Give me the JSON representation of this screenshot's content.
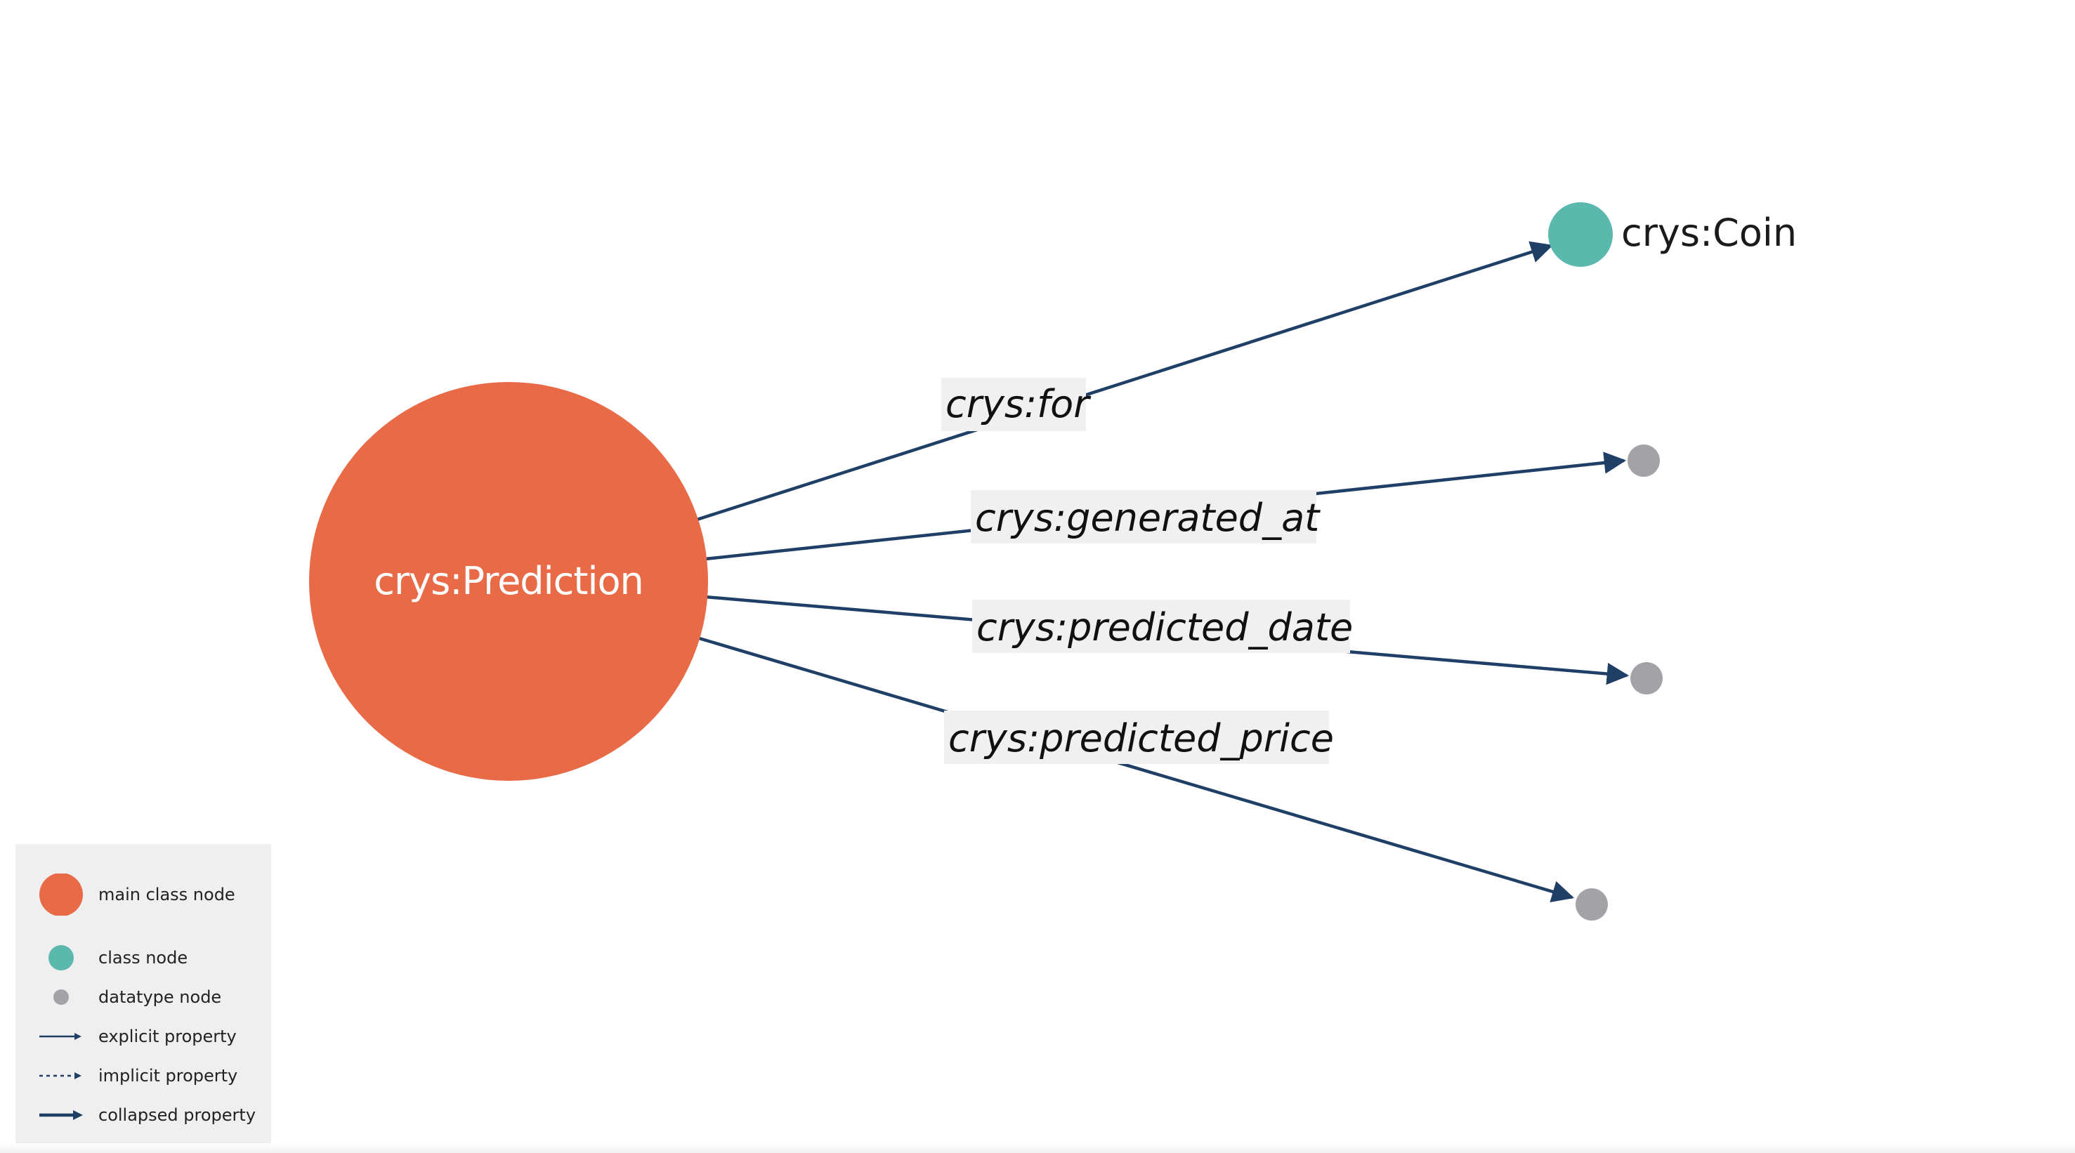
{
  "colors": {
    "main_class": "#e86a47",
    "class": "#5bb8ad",
    "datatype": "#a3a3a7",
    "edge": "#1f3f66",
    "label_bg": "#f0f0f0",
    "legend_bg": "#efefef"
  },
  "nodes": {
    "main": {
      "label": "crys:Prediction",
      "type": "main class node"
    },
    "coin": {
      "label": "crys:Coin",
      "type": "class node"
    },
    "datatype_1": {
      "type": "datatype node"
    },
    "datatype_2": {
      "type": "datatype node"
    },
    "datatype_3": {
      "type": "datatype node"
    }
  },
  "edges": [
    {
      "label": "crys:for",
      "from": "main",
      "to": "coin",
      "kind": "explicit property"
    },
    {
      "label": "crys:generated_at",
      "from": "main",
      "to": "datatype_1",
      "kind": "explicit property"
    },
    {
      "label": "crys:predicted_date",
      "from": "main",
      "to": "datatype_2",
      "kind": "explicit property"
    },
    {
      "label": "crys:predicted_price",
      "from": "main",
      "to": "datatype_3",
      "kind": "explicit property"
    }
  ],
  "legend": {
    "items": [
      {
        "label": "main class node",
        "icon": "main-class-node-icon"
      },
      {
        "label": "class node",
        "icon": "class-node-icon"
      },
      {
        "label": "datatype node",
        "icon": "datatype-node-icon"
      },
      {
        "label": "explicit property",
        "icon": "explicit-arrow-icon"
      },
      {
        "label": "implicit property",
        "icon": "implicit-arrow-icon"
      },
      {
        "label": "collapsed property",
        "icon": "collapsed-arrow-icon"
      }
    ]
  }
}
